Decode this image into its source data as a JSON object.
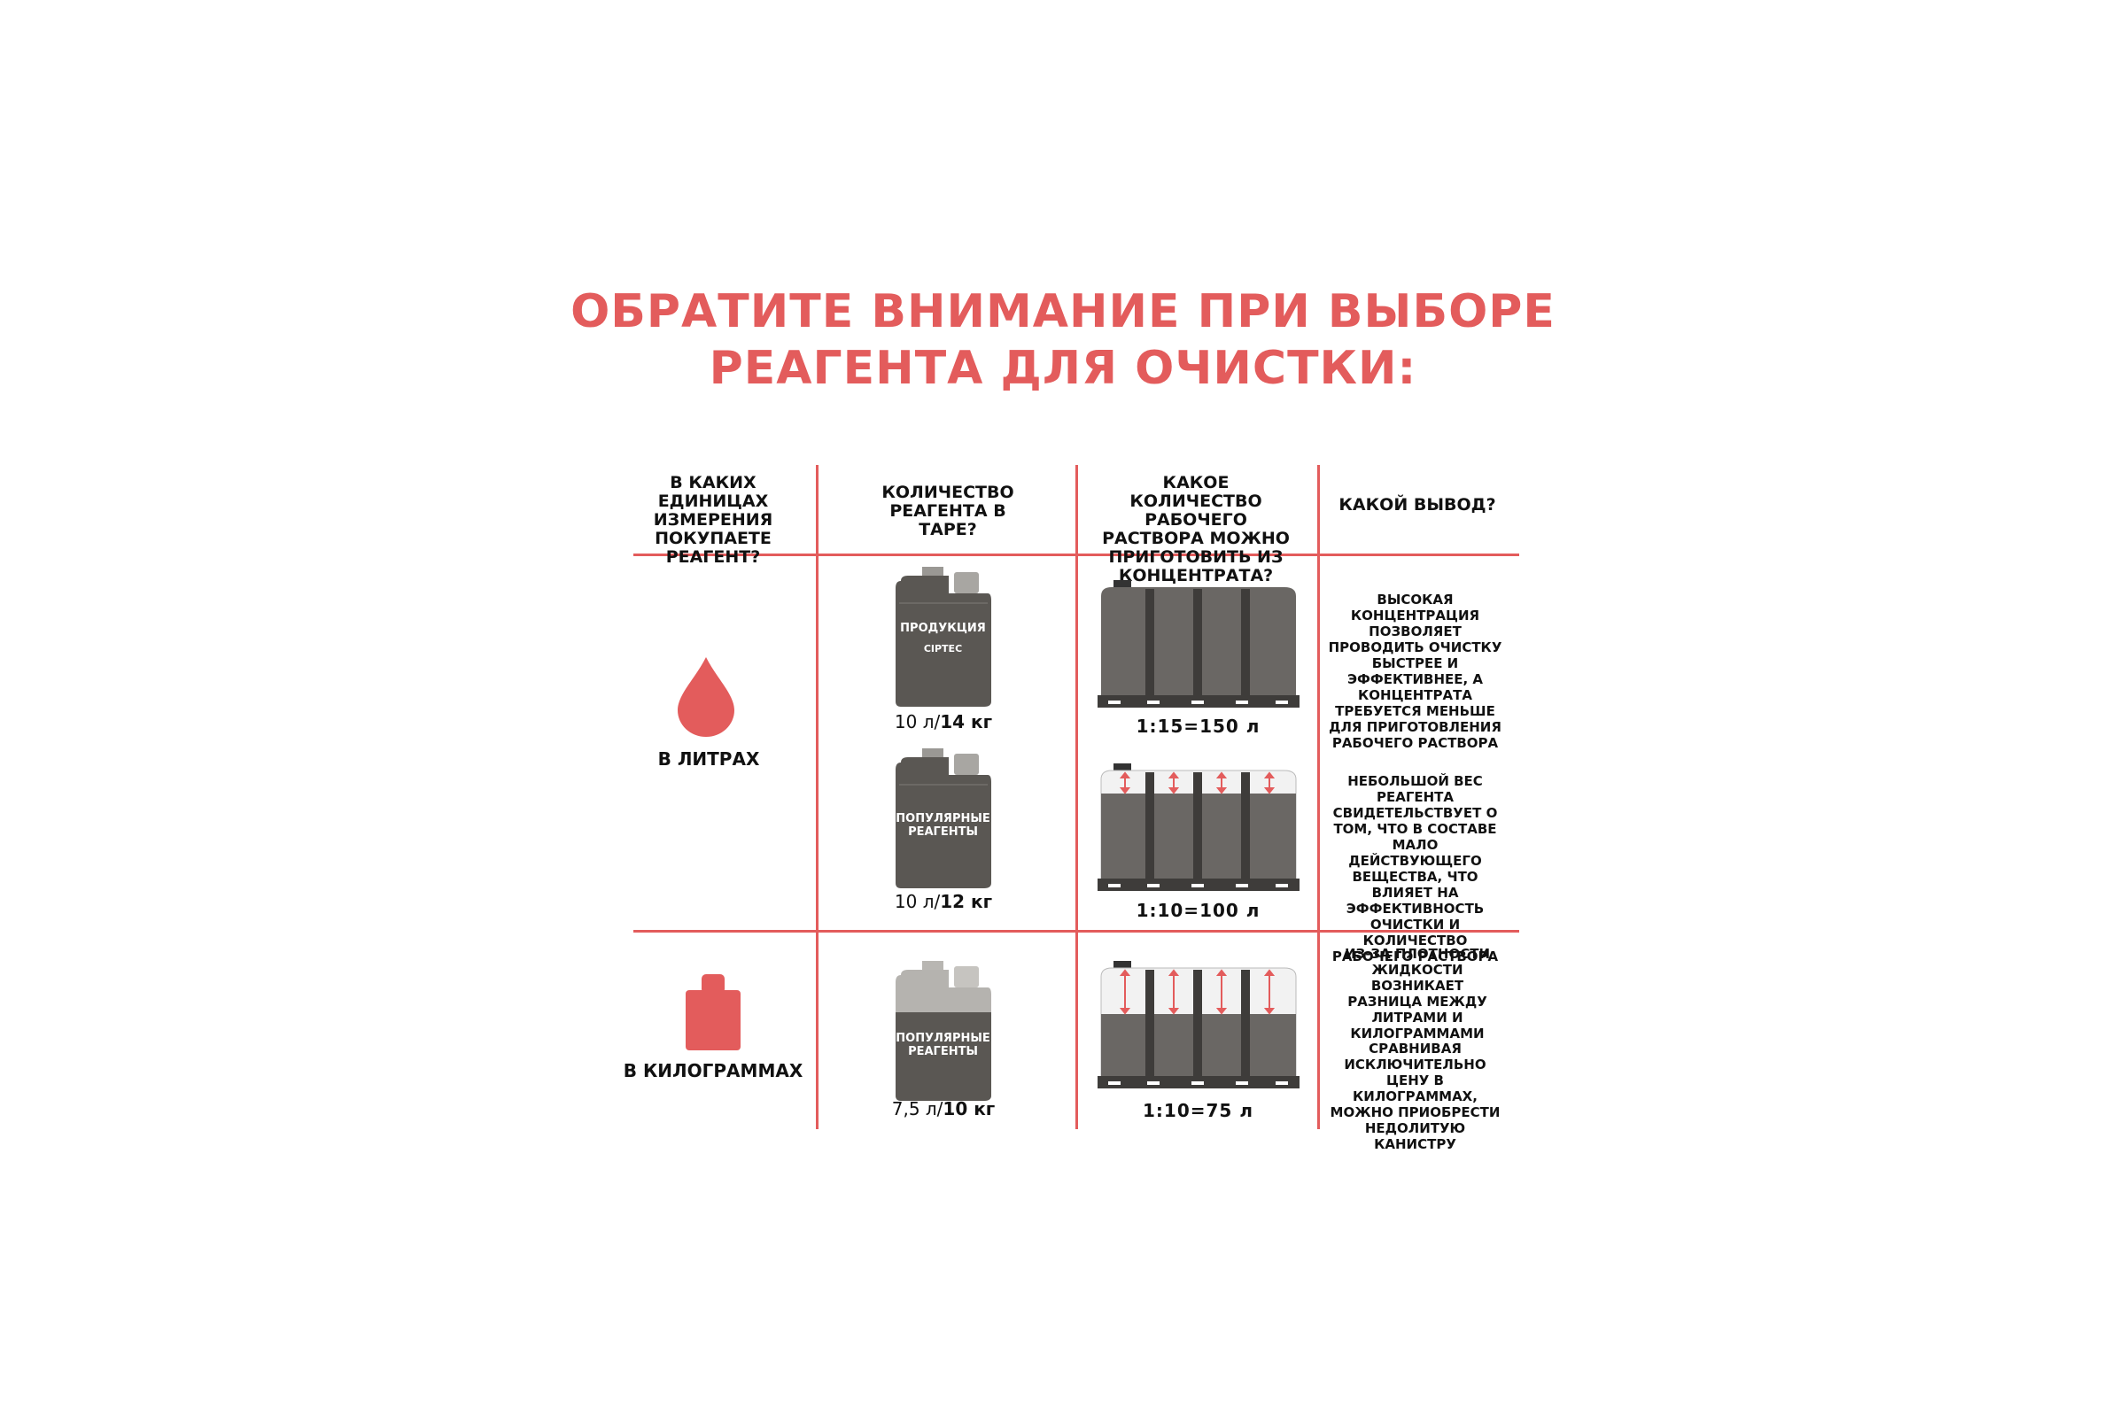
{
  "title": {
    "line1": "ОБРАТИТЕ ВНИМАНИЕ ПРИ ВЫБОРЕ",
    "line2": "РЕАГЕНТА ДЛЯ ОЧИСТКИ:"
  },
  "headers": {
    "col1": "В КАКИХ ЕДИНИЦАХ ИЗМЕРЕНИЯ ПОКУПАЕТЕ РЕАГЕНТ?",
    "col2": "КОЛИЧЕСТВО РЕАГЕНТА В ТАРЕ?",
    "col3": "КАКОЕ КОЛИЧЕСТВО РАБОЧЕГО РАСТВОРА МОЖНО ПРИГОТОВИТЬ ИЗ КОНЦЕНТРАТА?",
    "col4": "КАКОЙ ВЫВОД?"
  },
  "colors": {
    "accent": "#e35c5c",
    "canister": "#5a5753",
    "tank": "#6a6764"
  },
  "liters": {
    "unit_label": "В ЛИТРАХ",
    "unit_icon": "drop-icon",
    "rows": [
      {
        "canister_label": "ПРОДУКЦИЯ",
        "canister_brand": "CIPTEC",
        "volume": "10 л/",
        "weight": "14 кг",
        "ratio": "1:15=150 л",
        "fill_level": 1.0,
        "conclusion": "ВЫСОКАЯ КОНЦЕНТРАЦИЯ ПОЗВОЛЯЕТ ПРОВОДИТЬ ОЧИСТКУ БЫСТРЕЕ И ЭФФЕКТИВНЕЕ, А КОНЦЕНТРАТА ТРЕБУЕТСЯ МЕНЬШЕ ДЛЯ ПРИГОТОВЛЕНИЯ РАБОЧЕГО РАСТВОРА"
      },
      {
        "canister_label": "ПОПУЛЯРНЫЕ РЕАГЕНТЫ",
        "volume": "10 л/",
        "weight": "12 кг",
        "ratio": "1:10=100 л",
        "fill_level": 0.67,
        "conclusion": "НЕБОЛЬШОЙ ВЕС РЕАГЕНТА СВИДЕТЕЛЬСТВУЕТ О ТОМ, ЧТО В СОСТАВЕ МАЛО ДЕЙСТВУЮЩЕГО ВЕЩЕСТВА, ЧТО ВЛИЯЕТ НА ЭФФЕКТИВНОСТЬ ОЧИСТКИ И КОЛИЧЕСТВО РАБОЧЕГО РАСТВОРА"
      }
    ]
  },
  "kilograms": {
    "unit_label": "В КИЛОГРАММАХ",
    "unit_icon": "weight-icon",
    "canister_label": "ПОПУЛЯРНЫЕ РЕАГЕНТЫ",
    "volume": "7,5 л/",
    "weight": "10 кг",
    "ratio": "1:10=75 л",
    "fill_level": 0.5,
    "conclusion_1": "ИЗ-ЗА ПЛОТНОСТИ ЖИДКОСТИ ВОЗНИКАЕТ РАЗНИЦА МЕЖДУ ЛИТРАМИ И КИЛОГРАММАМИ",
    "conclusion_2": "СРАВНИВАЯ ИСКЛЮЧИТЕЛЬНО ЦЕНУ В КИЛОГРАММАХ, МОЖНО ПРИОБРЕСТИ НЕДОЛИТУЮ КАНИСТРУ"
  }
}
